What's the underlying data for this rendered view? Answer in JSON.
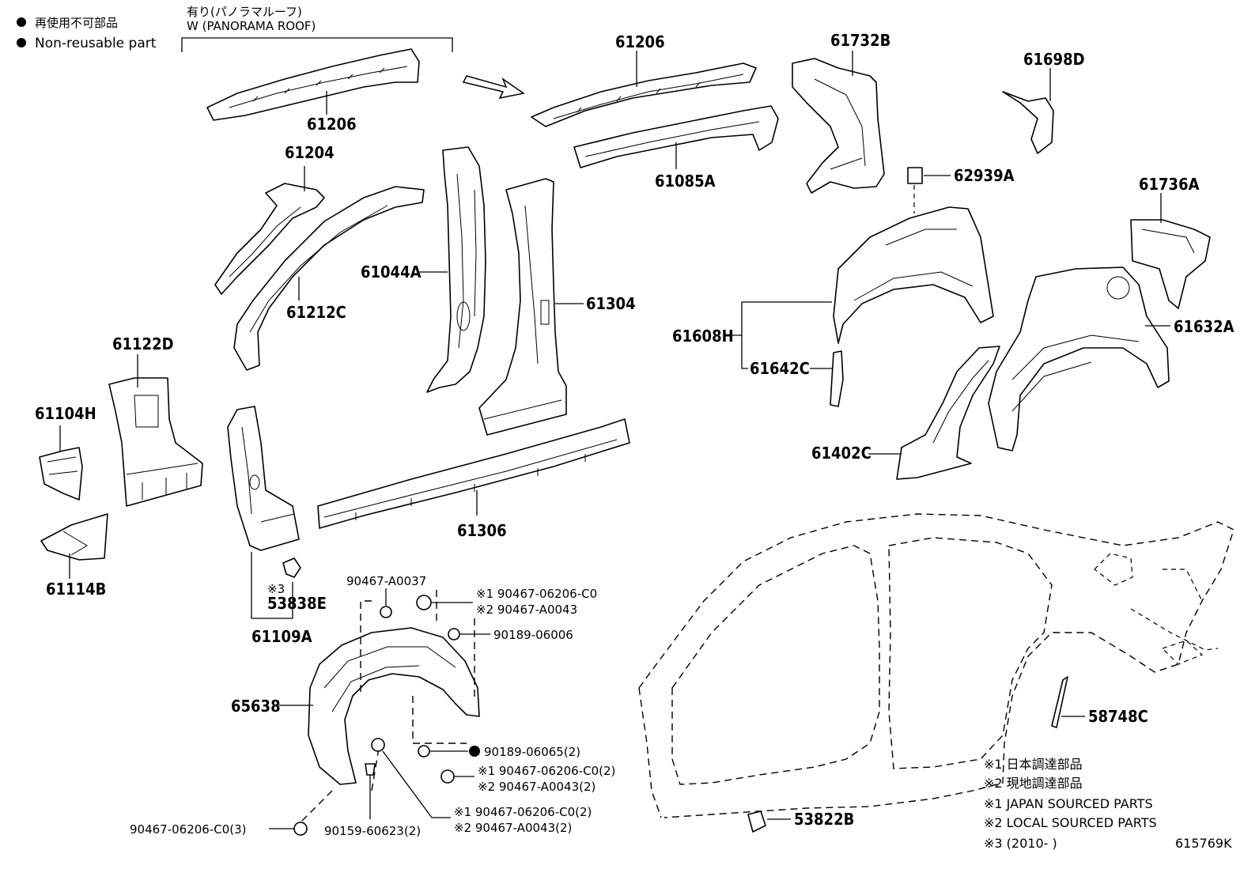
{
  "legend": {
    "jp": "再使用不可部品",
    "en": "Non-reusable part"
  },
  "panorama": {
    "jp": "有り(パノラマルーフ)",
    "en": "W (PANORAMA ROOF)"
  },
  "parts": {
    "p61206a": "61206",
    "p61206b": "61206",
    "p61204": "61204",
    "p61212c": "61212C",
    "p61044a": "61044A",
    "p61304": "61304",
    "p61085a": "61085A",
    "p61732b": "61732B",
    "p61698d": "61698D",
    "p62939a": "62939A",
    "p61736a": "61736A",
    "p61608h": "61608H",
    "p61642c": "61642C",
    "p61632a": "61632A",
    "p61402c": "61402C",
    "p61122d": "61122D",
    "p61104h": "61104H",
    "p61114b": "61114B",
    "p61306": "61306",
    "p53838e": "53838E",
    "p61109a": "61109A",
    "p65638": "65638",
    "p58748c": "58748C",
    "p53822b": "53822B"
  },
  "fasteners": {
    "f1": "90467-A0037",
    "f2a": "※1 90467-06206-C0",
    "f2b": "※2 90467-A0043",
    "f3": "90189-06006",
    "f4": "90189-06065(2)",
    "f5a": "※1 90467-06206-C0(2)",
    "f5b": "※2 90467-A0043(2)",
    "f6a": "※1 90467-06206-C0(2)",
    "f6b": "※2 90467-A0043(2)",
    "f7": "90467-06206-C0(3)",
    "f8": "90159-60623(2)",
    "mark3": "※3"
  },
  "notes": {
    "n1": "※1 日本調達部品",
    "n2": "※2 現地調達部品",
    "n3": "※1 JAPAN SOURCED PARTS",
    "n4": "※2 LOCAL SOURCED PARTS",
    "n5": "※3 (2010-      )"
  },
  "figure_id": "615769K",
  "colors": {
    "ink": "#000000",
    "background": "#ffffff"
  }
}
